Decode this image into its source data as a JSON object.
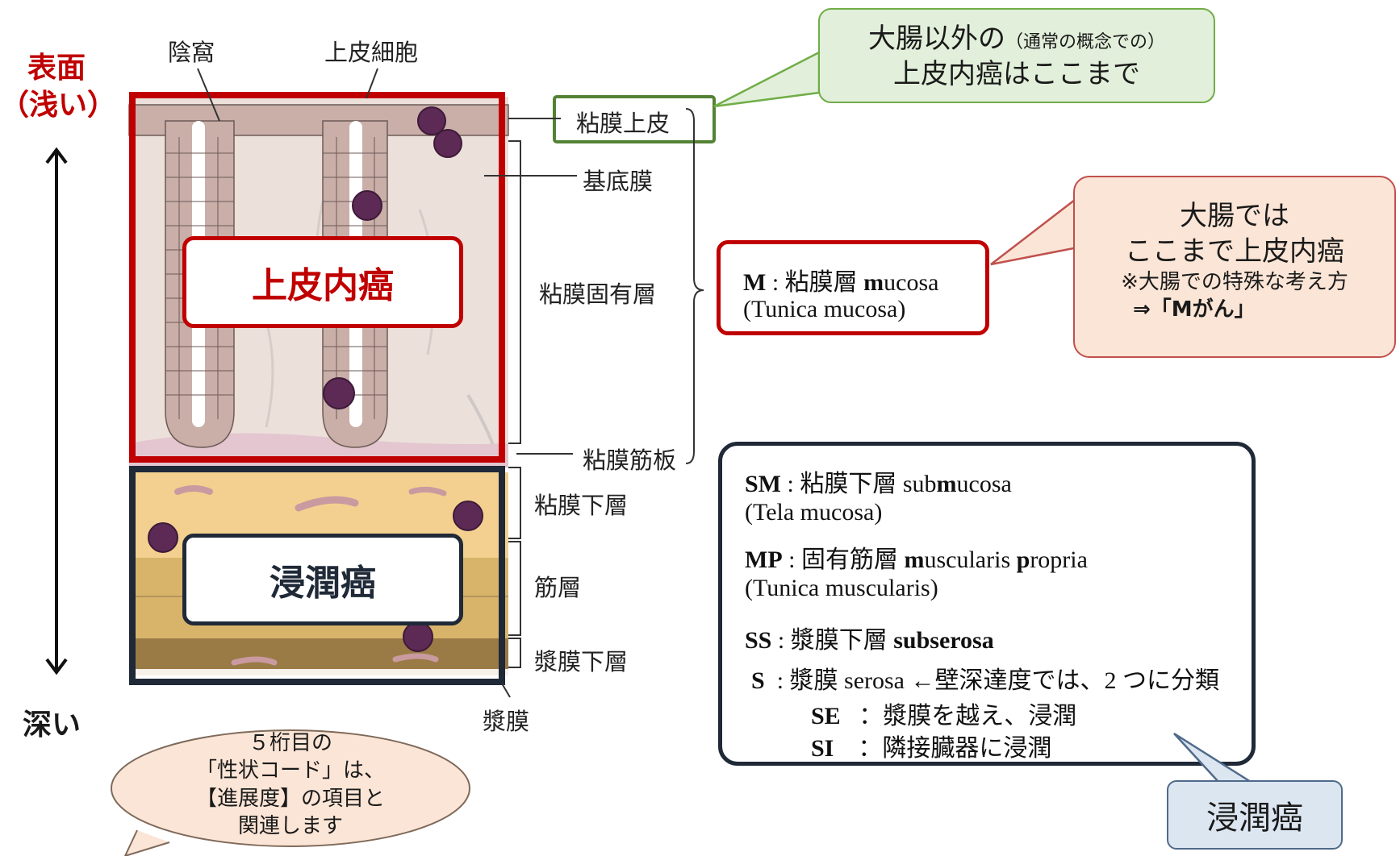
{
  "axis": {
    "surface_line1": "表面",
    "surface_line2": "（浅い）",
    "deep": "深い"
  },
  "diagram_labels": {
    "crypt": "陰窩",
    "epithelial_cell": "上皮細胞",
    "mucosal_epithelium": "粘膜上皮",
    "basement_membrane": "基底膜",
    "lamina_propria": "粘膜固有層",
    "muscularis_mucosae": "粘膜筋板",
    "submucosa": "粘膜下層",
    "muscle_layer": "筋層",
    "subserosa": "漿膜下層",
    "serosa": "漿膜"
  },
  "zones": {
    "intraepithelial": "上皮内癌",
    "invasive": "浸潤癌"
  },
  "callout_green": {
    "line1_main": "大腸以外の",
    "line1_small": "（通常の概念での）",
    "line2": "上皮内癌はここまで"
  },
  "callout_orange": {
    "line1": "大腸では",
    "line2": "ここまで上皮内癌",
    "note": "※大腸での特殊な考え方",
    "arrow_note": "⇒「Mがん」"
  },
  "mucosa_box": {
    "line1_code": "M",
    "line1_sep": ":",
    "line1_jp": "粘膜層",
    "line1_en_bold": "m",
    "line1_en_rest": "ucosa",
    "line2": "(Tunica mucosa)"
  },
  "legend": {
    "sm_code": "SM",
    "sm_jp": "粘膜下層",
    "sm_en_pre": "sub",
    "sm_en_bold": "m",
    "sm_en_post": "ucosa",
    "sm_latin": "(Tela mucosa)",
    "mp_code": "MP",
    "mp_jp": "固有筋層",
    "mp_en_m": "m",
    "mp_en_mid": "uscularis ",
    "mp_en_p": "p",
    "mp_en_post": "ropria",
    "mp_latin": "(Tunica muscularis)",
    "ss_code": "SS",
    "ss_jp": "漿膜下層",
    "ss_en": "subserosa",
    "s_code": "S",
    "s_jp": "漿膜",
    "s_en": "serosa",
    "s_note": "←壁深達度では、2 つに分類",
    "se_code": "SE",
    "se_desc": "：漿膜を越え、浸潤",
    "si_code": "SI",
    "si_desc": "：隣接臓器に浸潤"
  },
  "invasive_callout": "浸潤癌",
  "bubble": {
    "line1": "５桁目の",
    "line2": "「性状コード」は、",
    "line3": "【進展度】の項目と",
    "line4": "関連します"
  },
  "colors": {
    "red": "#c00000",
    "navy": "#1f2937",
    "green": "#70ad47",
    "mucosa_bg": "#ece0da",
    "submucosa_bg": "#f3d08f",
    "muscle_bg": "#d8b46b",
    "cancer_cell": "#5c2a55"
  }
}
